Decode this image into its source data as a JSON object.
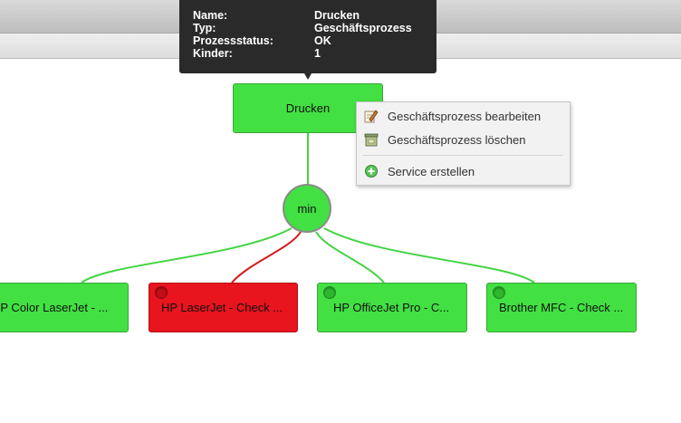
{
  "tooltip": {
    "rows": [
      {
        "key": "Name:",
        "value": "Drucken"
      },
      {
        "key": "Typ:",
        "value": "Geschäftsprozess"
      },
      {
        "key": "Prozessstatus:",
        "value": "OK"
      },
      {
        "key": "Kinder:",
        "value": "1"
      }
    ]
  },
  "graph": {
    "root": {
      "label": "Drucken",
      "status": "ok"
    },
    "aggregator": {
      "label": "min"
    },
    "children": [
      {
        "label": "HP Color LaserJet - ...",
        "status": "ok"
      },
      {
        "label": "HP LaserJet - Check ...",
        "status": "critical"
      },
      {
        "label": "HP OfficeJet Pro - C...",
        "status": "ok"
      },
      {
        "label": "Brother MFC - Check ...",
        "status": "ok"
      }
    ]
  },
  "context_menu": {
    "items": [
      {
        "label": "Geschäftsprozess bearbeiten",
        "icon": "edit-icon"
      },
      {
        "label": "Geschäftsprozess löschen",
        "icon": "trash-icon"
      },
      {
        "label": "Service erstellen",
        "icon": "add-icon"
      }
    ]
  },
  "colors": {
    "ok": "#42e042",
    "critical": "#e8141e",
    "edge_ok": "#42d442",
    "edge_critical": "#d61a1a"
  }
}
